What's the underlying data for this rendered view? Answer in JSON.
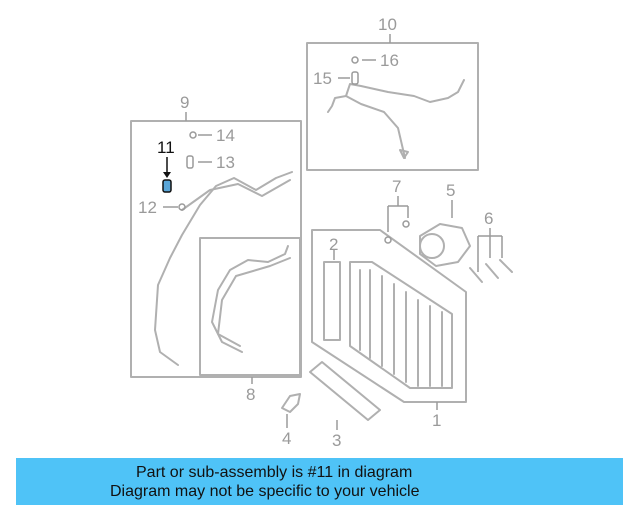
{
  "diagram": {
    "callouts": {
      "c1": "1",
      "c2": "2",
      "c3": "3",
      "c4": "4",
      "c5": "5",
      "c6": "6",
      "c7": "7",
      "c8": "8",
      "c9": "9",
      "c10": "10",
      "c11": "11",
      "c12": "12",
      "c13": "13",
      "c14": "14",
      "c15": "15",
      "c16": "16"
    },
    "highlighted_part": "11",
    "colors": {
      "line_gray": "#b0b0b0",
      "highlight": "#111111",
      "banner": "#4fc3f7"
    }
  },
  "caption": {
    "line1": "Part or sub-assembly is #11 in diagram",
    "line2": "Diagram may not be specific to your vehicle"
  }
}
